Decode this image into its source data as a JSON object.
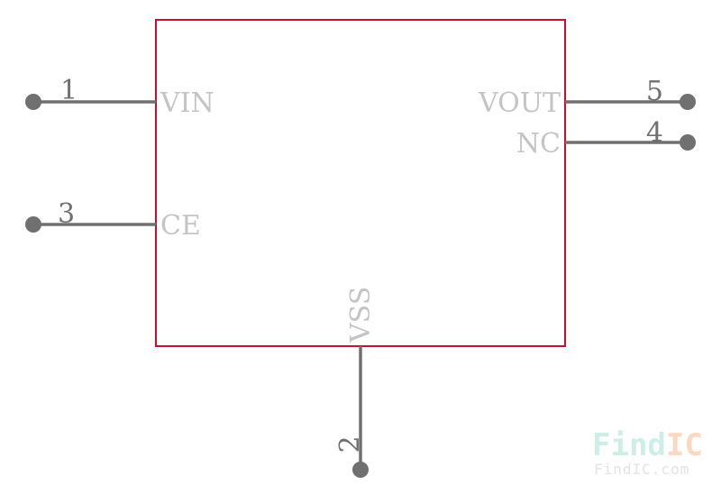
{
  "component": {
    "pins": [
      {
        "number": "1",
        "name": "VIN"
      },
      {
        "number": "2",
        "name": "VSS"
      },
      {
        "number": "3",
        "name": "CE"
      },
      {
        "number": "4",
        "name": "NC"
      },
      {
        "number": "5",
        "name": "VOUT"
      }
    ]
  },
  "watermark": {
    "logo_find": "Find",
    "logo_ic": "IC",
    "url": "FindIC.com",
    "colors": {
      "find": "#cdeee6",
      "ic": "#fbd8bf"
    }
  },
  "colors": {
    "body_outline": "#c8102e",
    "pin": "#707070",
    "pin_name": "#c4c4c4"
  }
}
